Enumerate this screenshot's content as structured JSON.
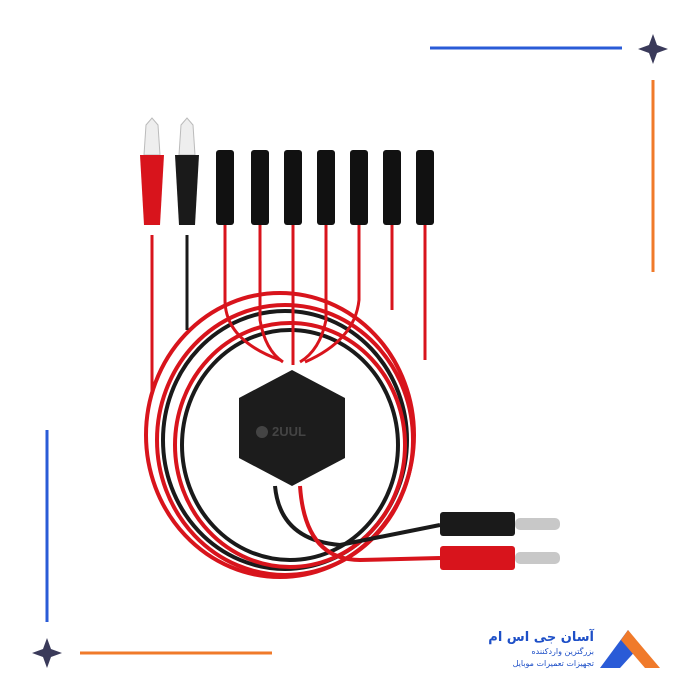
{
  "product": {
    "brand_on_hub": "2UUL",
    "connector_count": 7
  },
  "logo": {
    "title": "آسان جی اس ام",
    "subtitle_1": "بزرگترین واردکننده",
    "subtitle_2": "تجهیزات تعمیرات موبایل"
  },
  "colors": {
    "blue": "#2a5bd7",
    "orange": "#f07a2a",
    "red": "#d8141c",
    "black": "#1a1a1a",
    "star": "#3a3a5a"
  }
}
